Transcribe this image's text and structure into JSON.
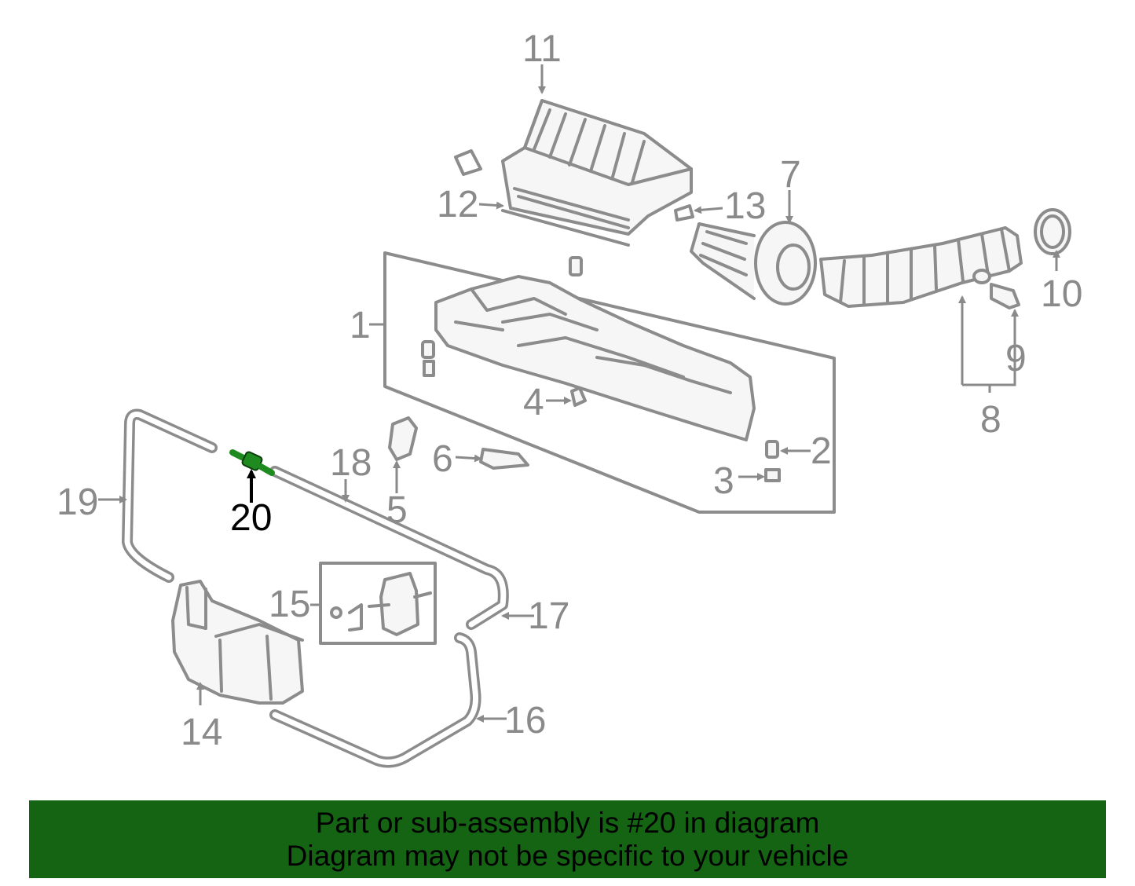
{
  "diagram": {
    "labels": {
      "p1": "1",
      "p2": "2",
      "p3": "3",
      "p4": "4",
      "p5": "5",
      "p6": "6",
      "p7": "7",
      "p8": "8",
      "p9": "9",
      "p10": "10",
      "p11": "11",
      "p12": "12",
      "p13": "13",
      "p14": "14",
      "p15": "15",
      "p16": "16",
      "p17": "17",
      "p18": "18",
      "p19": "19",
      "p20": "20"
    },
    "colors": {
      "line": "#8c8c8c",
      "label": "#8a8a8a",
      "highlight_part": "#1f8a1f",
      "highlight_label": "#000000"
    }
  },
  "banner": {
    "line1": "Part or sub-assembly is #20 in diagram",
    "line2": "Diagram may not be specific to your vehicle",
    "background": "#146414"
  }
}
